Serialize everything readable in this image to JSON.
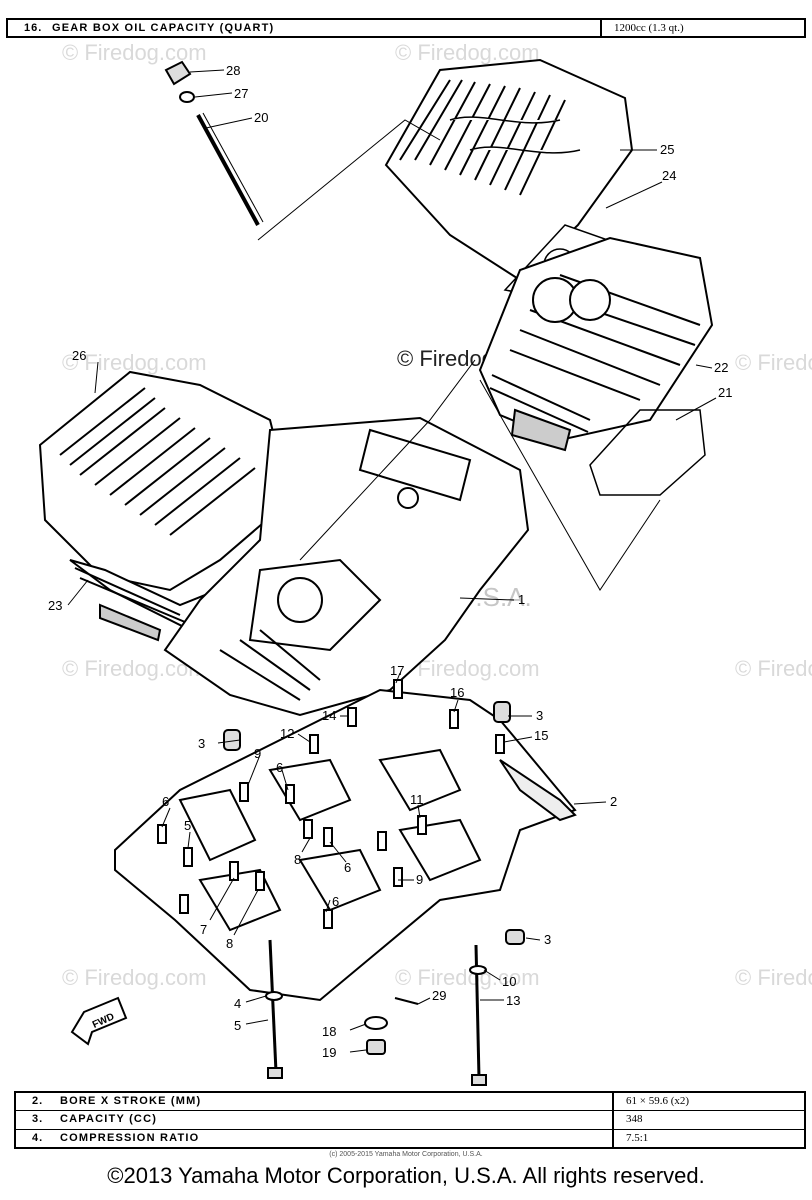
{
  "top_spec": {
    "num": "16.",
    "label": "GEAR BOX OIL CAPACITY (quart)",
    "value": "1200cc (1.3 qt.)"
  },
  "bottom_specs": [
    {
      "num": "2.",
      "label": "BORE x STROKE (mm)",
      "value": "61 × 59.6 (x2)"
    },
    {
      "num": "3.",
      "label": "CAPACITY (cc)",
      "value": "348"
    },
    {
      "num": "4.",
      "label": "COMPRESSION RATIO",
      "value": "7.5:1"
    }
  ],
  "watermarks": {
    "firedog": "© Firedog.com",
    "center": "© Firedog.com",
    "yamaha": "Yamaha Motor Corp, U.S.A."
  },
  "fwd_label": "FWD",
  "small_copyright": "(c) 2005-2015 Yamaha Motor Corporation, U.S.A.",
  "copyright": "©2013 Yamaha Motor Corporation, U.S.A. All rights reserved.",
  "callouts": {
    "c28": "28",
    "c27": "27",
    "c20": "20",
    "c25": "25",
    "c24": "24",
    "c22": "22",
    "c21": "21",
    "c26": "26",
    "c23": "23",
    "c1": "1",
    "c17": "17",
    "c16": "16",
    "c3a": "3",
    "c15": "15",
    "c14": "14",
    "c12": "12",
    "c3b": "3",
    "c9a": "9",
    "c6a": "6",
    "c6b": "6",
    "c5a": "5",
    "c2": "2",
    "c11": "11",
    "c8a": "8",
    "c6c": "6",
    "c9b": "9",
    "c7": "7",
    "c8b": "8",
    "c6d": "6",
    "c3c": "3",
    "c10": "10",
    "c13": "13",
    "c29": "29",
    "c4": "4",
    "c5b": "5",
    "c18": "18",
    "c19": "19"
  }
}
